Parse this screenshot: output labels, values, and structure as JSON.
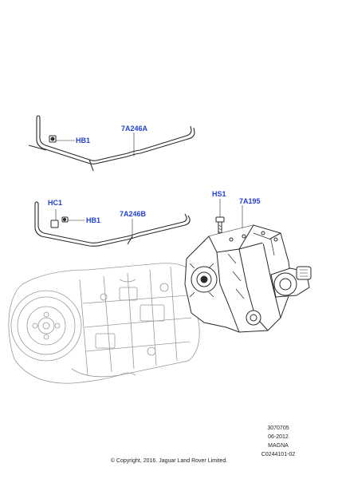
{
  "callouts": {
    "hb1_top": "HB1",
    "pipe_top": "7A246A",
    "hc1": "HC1",
    "hb1_bottom": "HB1",
    "pipe_bottom": "7A246B",
    "hs1": "HS1",
    "transfer_case": "7A195"
  },
  "footer": {
    "ref_number": "3070705",
    "date": "06-2012",
    "supplier": "MAGNA",
    "drawing_code": "C0244101-02",
    "copyright": "© Copyright, 2016. Jaguar Land Rover Limited."
  },
  "colors": {
    "callout": "#1f3fd6",
    "linework": "#2a2a2a",
    "ghost_linework": "#9a9a9a"
  }
}
